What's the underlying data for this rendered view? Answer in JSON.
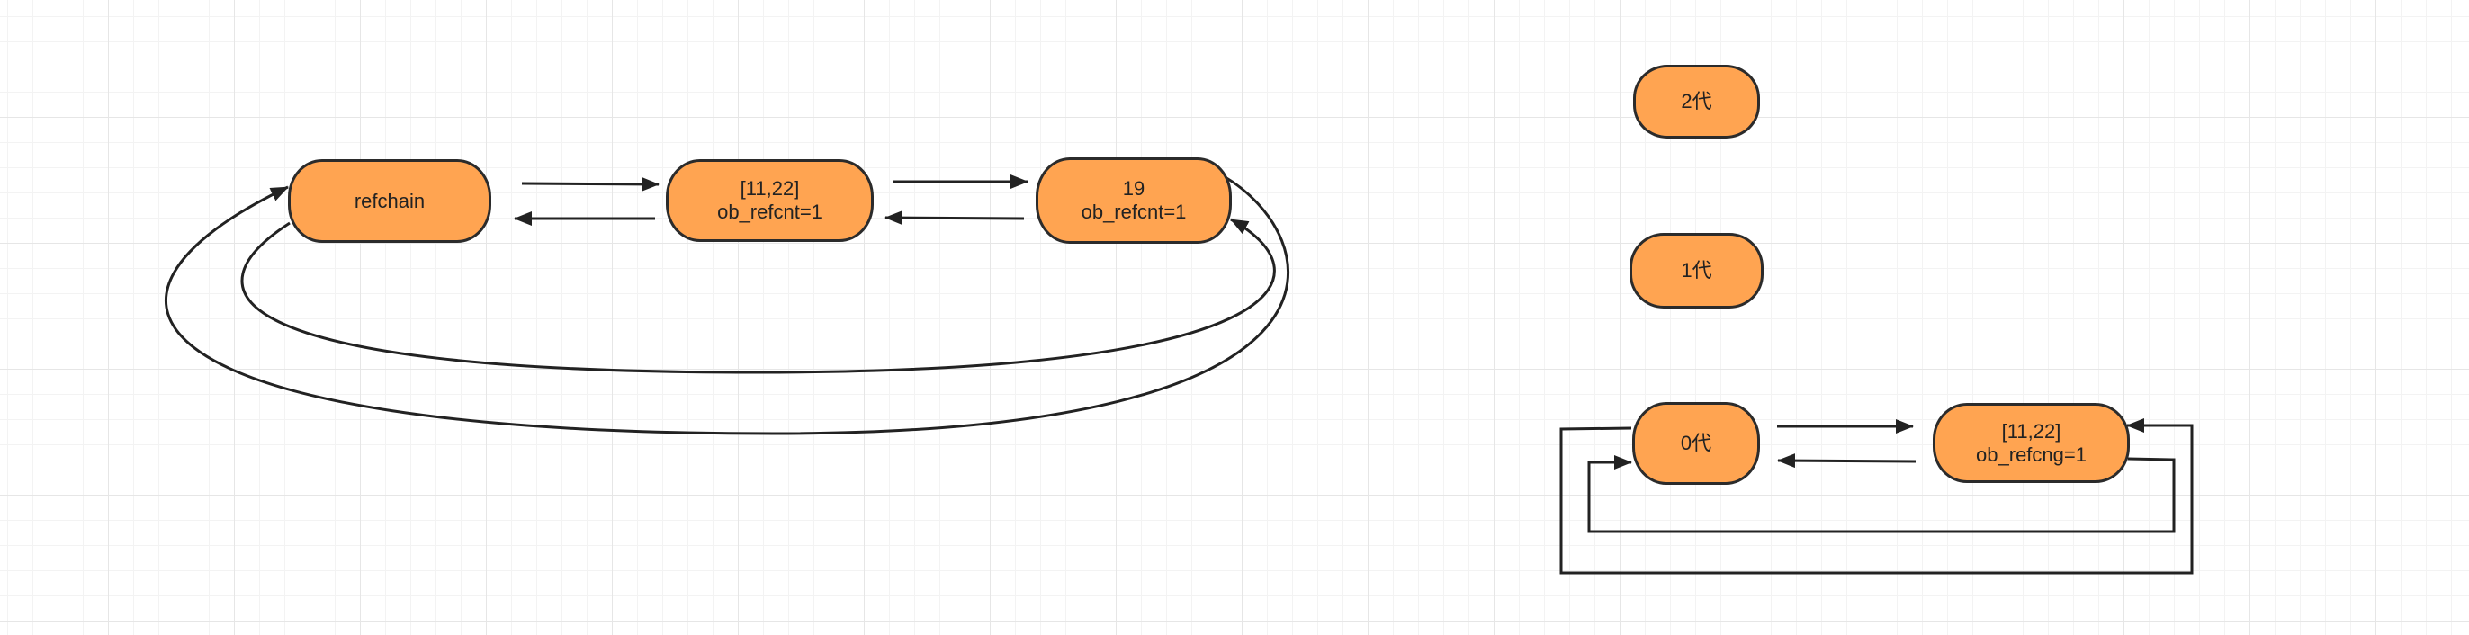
{
  "colors": {
    "node_fill": "#ffa451",
    "node_stroke": "#2b2b2b",
    "edge": "#222222"
  },
  "nodes": {
    "refchain": {
      "label": "refchain"
    },
    "list_left": {
      "line1": "[11,22]",
      "line2": "ob_refcnt=1"
    },
    "int_19": {
      "line1": "19",
      "line2": "ob_refcnt=1"
    },
    "gen2": {
      "label": "2代"
    },
    "gen1": {
      "label": "1代"
    },
    "gen0": {
      "label": "0代"
    },
    "list_right": {
      "line1": "[11,22]",
      "line2": "ob_refcng=1"
    }
  }
}
